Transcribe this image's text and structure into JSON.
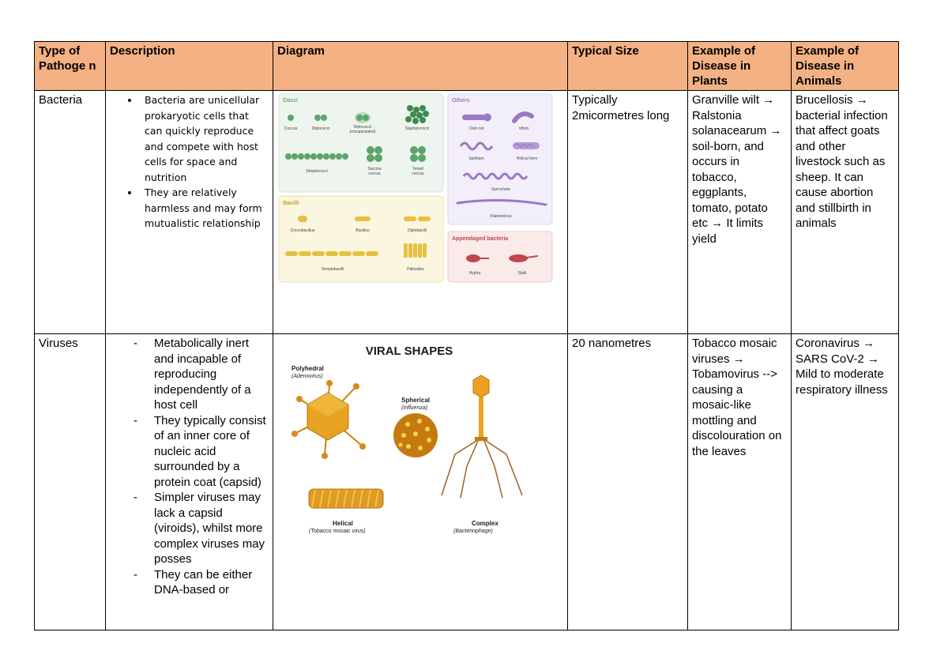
{
  "headers": [
    "Type of Pathoge n",
    "Description",
    "Diagram",
    "Typical Size",
    "Example of Disease in Plants",
    "Example of Disease in Animals"
  ],
  "bacteria": {
    "type": "Bacteria",
    "description": [
      "Bacteria are unicellular prokaryotic cells that can quickly reproduce and compete with host cells for space and nutrition",
      "They are relatively harmless and may form mutualistic relationship"
    ],
    "size": "Typically 2micormetres long",
    "plant_disease": "Granville wilt → Ralstonia solanacearum → soil-born, and occurs in tobacco, eggplants, tomato, potato etc → It limits yield",
    "animal_disease": "Brucellosis → bacterial infection that affect goats and other livestock such as sheep. It can cause abortion and stillbirth in animals",
    "diagram": {
      "cocci_title": "Cocci",
      "cocci": [
        "Coccus",
        "Diplococci",
        "Diplococci",
        "(encapsulated)",
        "Staphylococci",
        "Streptococci",
        "Sarcina",
        "coccus",
        "Tetrad",
        "coccus"
      ],
      "bacilli_title": "Bacilli",
      "bacilli": [
        "Coccobacillus",
        "Bacillus",
        "Diplobacilli",
        "Streptobacilli",
        "Palisades"
      ],
      "others_title": "Others",
      "others": [
        "Club rod",
        "Vibrio",
        "Spirillum",
        "Helical form",
        "Spirochete",
        "Filamentous"
      ],
      "appended_title": "Appendaged bacteria",
      "appended": [
        "Hypha",
        "Stalk"
      ]
    }
  },
  "viruses": {
    "type": "Viruses",
    "description": [
      "Metabolically inert and incapable of reproducing independently of a host cell",
      "They typically consist of an inner core of nucleic acid surrounded by a protein coat (capsid)",
      "Simpler viruses may lack a capsid (viroids), whilst more complex viruses may posses",
      "They can be either DNA-based or"
    ],
    "size": "20 nanometres",
    "plant_disease": "Tobacco mosaic viruses → Tobamovirus --> causing a mosaic-like mottling and discolouration on the leaves",
    "animal_disease": "Coronavirus → SARS CoV-2 → Mild to moderate respiratory illness",
    "diagram": {
      "title": "VIRAL SHAPES",
      "polyhedral": "Polyhedral",
      "polyhedral_example": "(Adenovirus)",
      "spherical": "Spherical",
      "spherical_example": "(Influenza)",
      "helical": "Helical",
      "helical_example": "(Tobacco mosaic virus)",
      "complex": "Complex",
      "complex_example": "(Bacteriophage)"
    }
  },
  "colors": {
    "header_bg": "#f4b183",
    "cocci_green": "#5da46a",
    "bacilli_yellow": "#e7c040",
    "others_purple": "#9b79c4",
    "appended_red": "#c0484c",
    "virus_orange": "#e7a321"
  }
}
